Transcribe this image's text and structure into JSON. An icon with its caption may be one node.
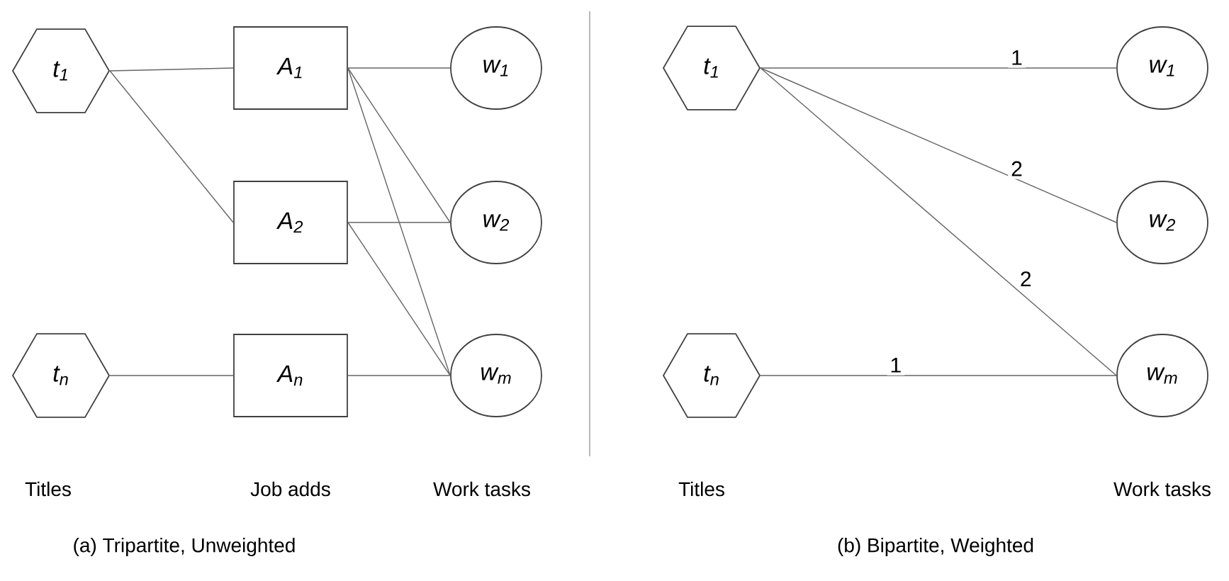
{
  "diagram": {
    "nodes": [
      {
        "text": [
          "t$_{1}$"
        ]
      },
      {
        "text": [
          "t$_{n}$"
        ]
      },
      {
        "text": [
          "A$_{1}$"
        ]
      },
      {
        "text": [
          "A$_{2}$"
        ]
      },
      {
        "text": [
          "A$_{n}$"
        ]
      },
      {
        "text": [
          "w$_{1}$"
        ]
      },
      {
        "text": [
          "w$_{2}$"
        ]
      },
      {
        "text": [
          "w$_{m}$"
        ]
      },
      {
        "text": [
          "t$_{1}$"
        ]
      },
      {
        "text": [
          "t$_{n}$"
        ]
      },
      {
        "text": [
          "w$_{1}$"
        ]
      },
      {
        "text": [
          "w$_{2}$"
        ]
      },
      {
        "text": [
          "w$_{m}$"
        ]
      }
    ],
    "edges": [
      {
        "from": 0,
        "to": 2,
        "arrow": "none"
      },
      {
        "from": 0,
        "to": 3,
        "arrow": "none"
      },
      {
        "from": 1,
        "to": 4,
        "arrow": "none"
      },
      {
        "from": 2,
        "to": 5,
        "arrow": "none"
      },
      {
        "from": 2,
        "to": 6,
        "arrow": "none"
      },
      {
        "from": 2,
        "to": 7,
        "arrow": "none"
      },
      {
        "from": 3,
        "to": 6,
        "arrow": "none"
      },
      {
        "from": 3,
        "to": 7,
        "arrow": "none"
      },
      {
        "from": 4,
        "to": 7,
        "arrow": "none"
      },
      {
        "from": 8,
        "to": 10,
        "arrow": "none",
        "label": "1"
      },
      {
        "from": 8,
        "to": 11,
        "arrow": "none",
        "label": "2"
      },
      {
        "from": 8,
        "to": 12,
        "arrow": "none",
        "label": "2"
      },
      {
        "from": 9,
        "to": 12,
        "arrow": "none",
        "label": "1"
      }
    ],
    "labels": [
      "Titles",
      "Job adds",
      "Work tasks",
      "Titles",
      "Work tasks",
      "(a) Tripartite, Unweighted",
      "(b) Bipartite, Weighted"
    ]
  }
}
